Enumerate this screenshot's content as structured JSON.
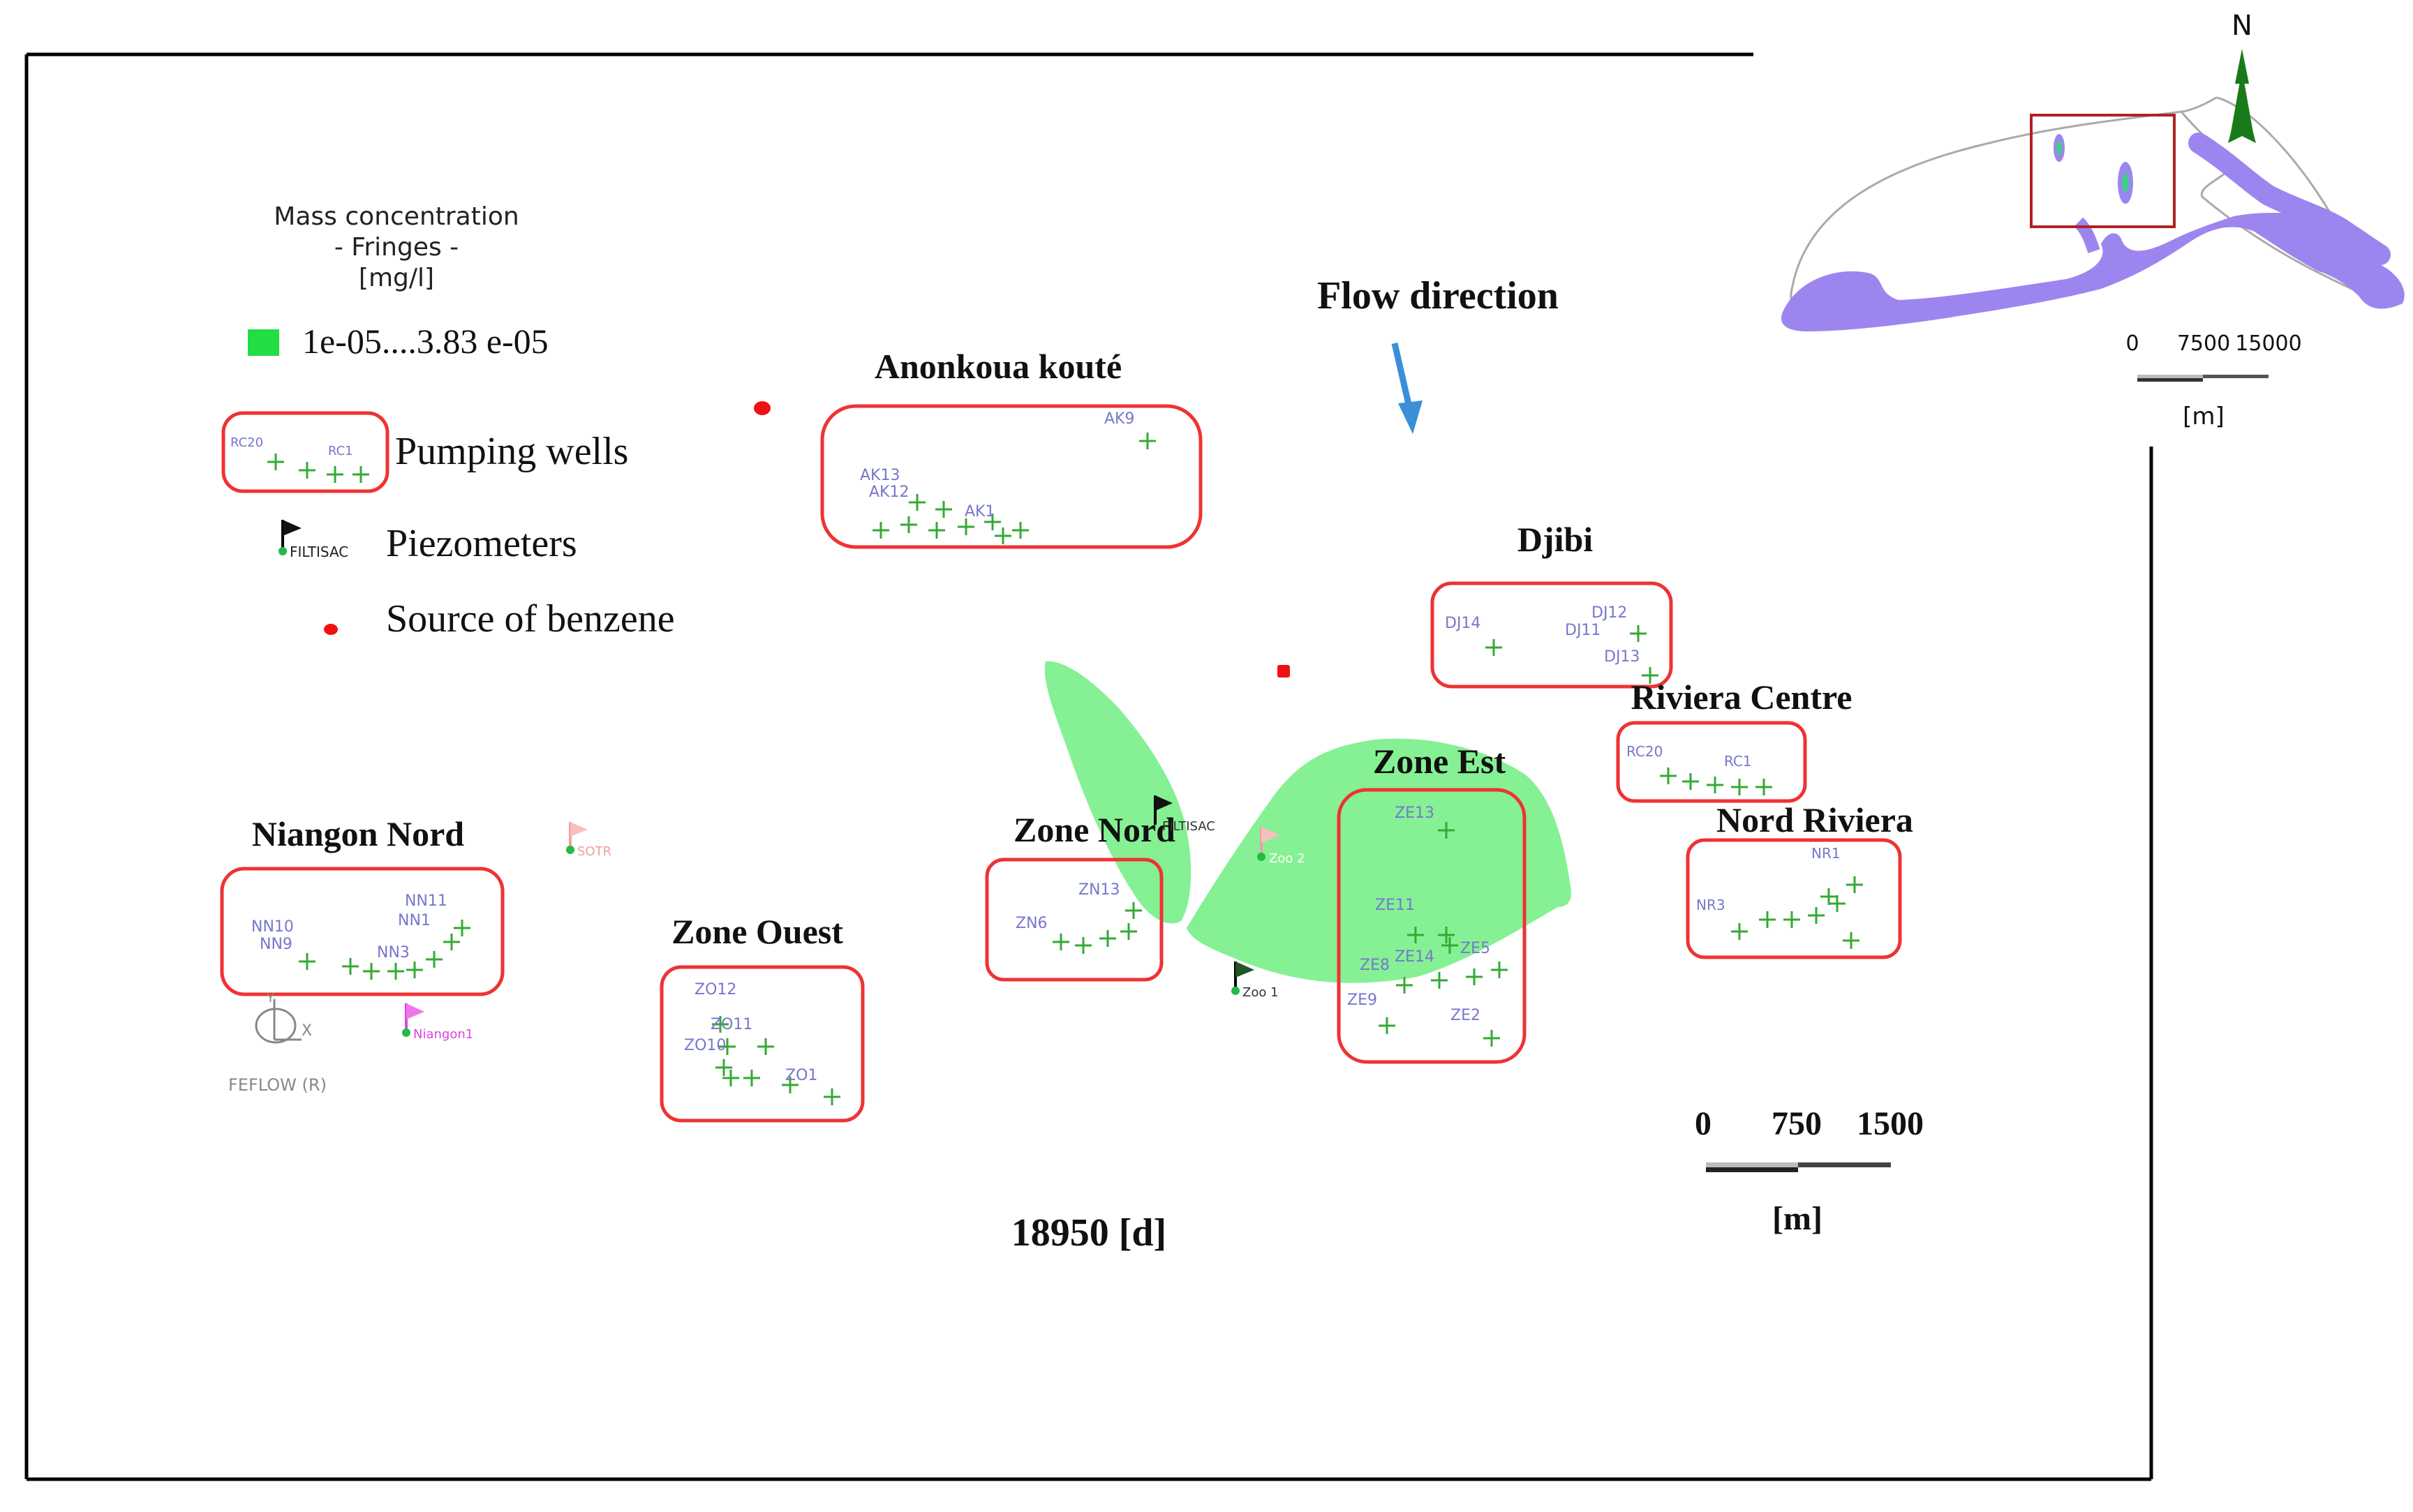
{
  "legend": {
    "title_lines": [
      "Mass concentration",
      "- Fringes -",
      "[mg/l]"
    ],
    "range_label": "1e-05....3.83 e-05",
    "range_color": "#22dd44",
    "pumping_wells": "Pumping wells",
    "piezometers": "Piezometers",
    "piezometer_sample_label": "FILTISAC",
    "source": "Source of benzene",
    "source_color": "#ee1111"
  },
  "flow_direction": "Flow direction",
  "time_label": "18950 [d]",
  "software_label": "FEFLOW (R)",
  "axis_glyphs": {
    "y": "Y",
    "x": "X"
  },
  "scale_bar": {
    "ticks": [
      "0",
      "750",
      "1500"
    ],
    "unit": "[m]"
  },
  "inset": {
    "north_label": "N",
    "scale_ticks": [
      "0",
      "7500",
      "15000"
    ],
    "unit": "[m]",
    "lagoon_color": "#9d85f0"
  },
  "fields": [
    {
      "name": "Anonkoua kouté",
      "wells": [
        "AK9",
        "AK13",
        "AK12",
        "AK1"
      ]
    },
    {
      "name": "Djibi",
      "wells": [
        "DJ14",
        "DJ12",
        "DJ11",
        "DJ13"
      ]
    },
    {
      "name": "Riviera Centre",
      "wells": [
        "RC20",
        "RC1"
      ]
    },
    {
      "name": "Nord Riviera",
      "wells": [
        "NR1",
        "NR3"
      ]
    },
    {
      "name": "Zone Est",
      "wells": [
        "ZE13",
        "ZE11",
        "ZE8",
        "ZE14",
        "ZE5",
        "ZE9",
        "ZE2"
      ]
    },
    {
      "name": "Zone Nord",
      "wells": [
        "ZN13",
        "ZN6"
      ]
    },
    {
      "name": "Zone Ouest",
      "wells": [
        "ZO12",
        "ZO11",
        "ZO10",
        "ZO1"
      ]
    },
    {
      "name": "Niangon Nord",
      "wells": [
        "NN11",
        "NN10",
        "NN1",
        "NN9",
        "NN3"
      ]
    }
  ],
  "piezometers": [
    "Zoo 2",
    "Zoo 1",
    "FILTISAC",
    "Niangon1",
    "SOTR"
  ],
  "sample_well_labels": [
    "RC20",
    "RC1"
  ]
}
